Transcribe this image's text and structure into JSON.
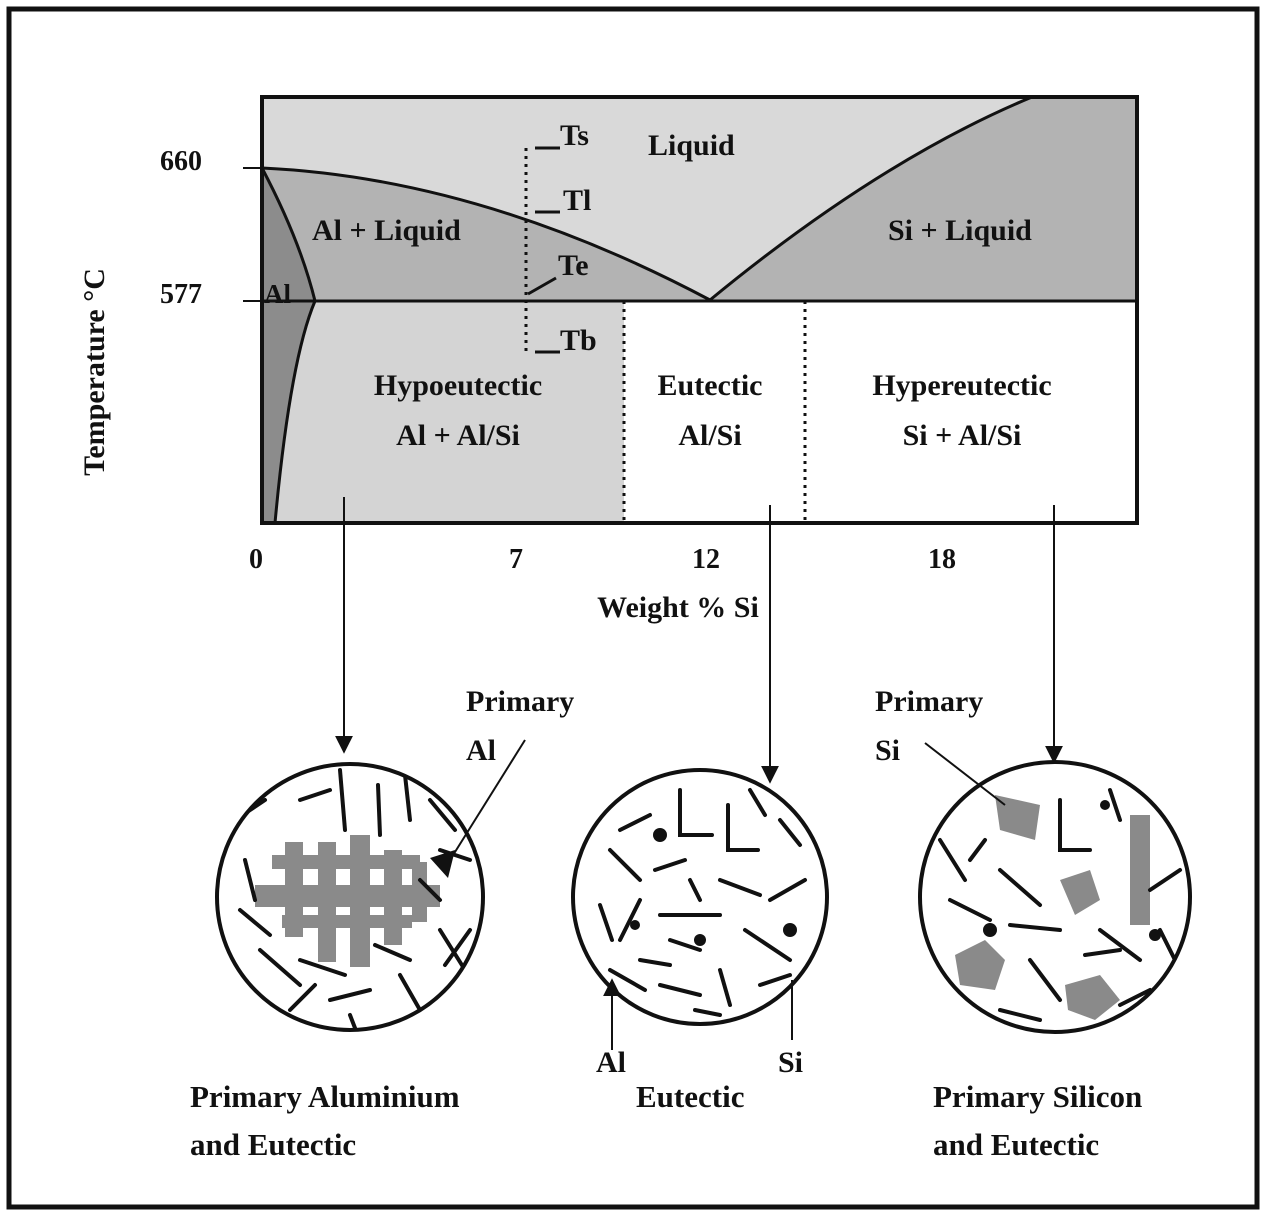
{
  "diagram": {
    "axis": {
      "y_label": "Temperature  °C",
      "x_label": "Weight % Si",
      "y_ticks": [
        "660",
        "577"
      ],
      "x_ticks": [
        "0",
        "7",
        "12",
        "18"
      ]
    },
    "regions": {
      "liquid": "Liquid",
      "al_liquid": "Al + Liquid",
      "si_liquid": "Si + Liquid",
      "al": "Al",
      "hypo_title": "Hypoeutectic",
      "hypo_sub": "Al + Al/Si",
      "eut_title": "Eutectic",
      "eut_sub": "Al/Si",
      "hyper_title": "Hypereutectic",
      "hyper_sub": "Si + Al/Si"
    },
    "markers": {
      "ts": "Ts",
      "tl": "Tl",
      "te": "Te",
      "tb": "Tb"
    },
    "micro": {
      "primary_al": [
        "Primary",
        "Al"
      ],
      "primary_si": [
        "Primary",
        "Si"
      ],
      "al": "Al",
      "si": "Si",
      "cap_left": [
        "Primary Aluminium",
        "and Eutectic"
      ],
      "cap_mid": "Eutectic",
      "cap_right": [
        "Primary Silicon",
        "and Eutectic"
      ]
    }
  }
}
